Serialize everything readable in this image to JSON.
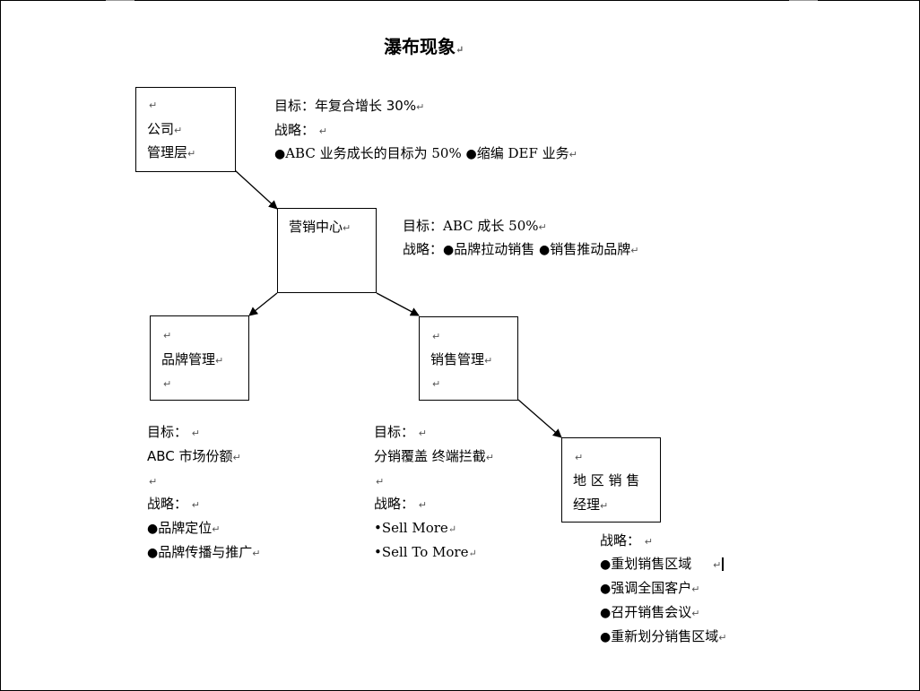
{
  "title": "瀑布现象",
  "mark": "↵",
  "bullet": "●",
  "small_bullet": "•",
  "boxes": {
    "company": {
      "line1": "公司",
      "line2": "管理层"
    },
    "marketing": {
      "label": "营销中心"
    },
    "brand": {
      "label": "品牌管理"
    },
    "sales": {
      "label": "销售管理"
    },
    "regional": {
      "line1": "地 区 销 售",
      "line2": "经理"
    }
  },
  "company_info": {
    "goal": "目标：年复合增长 30%",
    "strategy_label": "战略：",
    "strategy_1": "ABC 业务成长的目标为 50%",
    "strategy_2": "缩编 DEF 业务"
  },
  "marketing_info": {
    "goal": "目标：ABC 成长 50%",
    "strategy_label": "战略：",
    "strategy_1": "品牌拉动销售",
    "strategy_2": "销售推动品牌"
  },
  "brand_info": {
    "goal_label": "目标：",
    "goal": "ABC 市场份额",
    "strategy_label": "战略：",
    "strategy_1": "品牌定位",
    "strategy_2": "品牌传播与推广"
  },
  "sales_info": {
    "goal_label": "目标：",
    "goal": "分销覆盖 终端拦截",
    "strategy_label": "战略：",
    "strategy_1": "Sell More",
    "strategy_2": "Sell To More"
  },
  "regional_info": {
    "strategy_label": "战略：",
    "strategy_1": "重划销售区域",
    "strategy_2": "强调全国客户",
    "strategy_3": "召开销售会议",
    "strategy_4": "重新划分销售区域"
  },
  "colors": {
    "line": "#000000",
    "border": "#000000",
    "highlight": "#1f4e79"
  }
}
